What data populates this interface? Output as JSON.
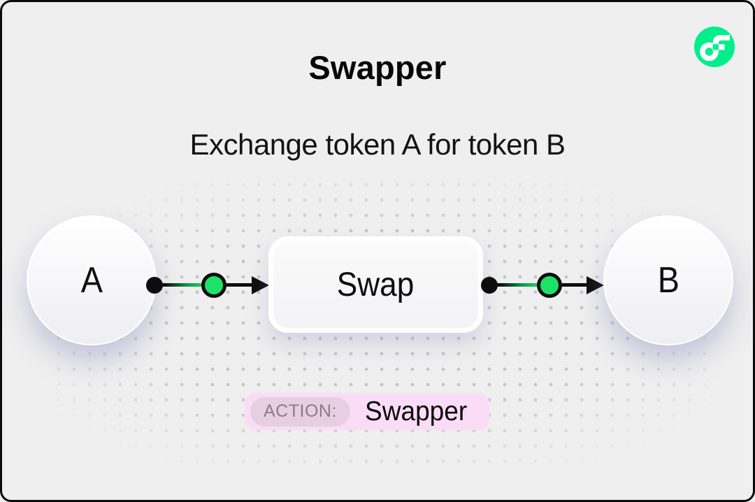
{
  "card": {
    "background": "#efefef",
    "border_color": "#0b0b0b",
    "title": "Swapper",
    "subtitle": "Exchange token A for token B"
  },
  "logo": {
    "icon": "flow-logo-icon",
    "circle_color": "#00ef8b",
    "glyph_color": "#ffffff"
  },
  "diagram": {
    "nodes": [
      {
        "id": "token-a",
        "label": "A",
        "shape": "circle"
      },
      {
        "id": "swap",
        "label": "Swap",
        "shape": "rounded-rect"
      },
      {
        "id": "token-b",
        "label": "B",
        "shape": "circle"
      }
    ],
    "connectors": [
      {
        "from": "token-a",
        "to": "swap",
        "style": "dot-port-arrow"
      },
      {
        "from": "swap",
        "to": "token-b",
        "style": "dot-port-arrow"
      }
    ],
    "line_color": "#0d0d0d",
    "port_color": "#1ce367"
  },
  "action_badge": {
    "label": "ACTION:",
    "value": "Swapper",
    "background": "#fbdcf7",
    "label_background": "#e5cfe1",
    "label_color": "#8d7a8a"
  }
}
